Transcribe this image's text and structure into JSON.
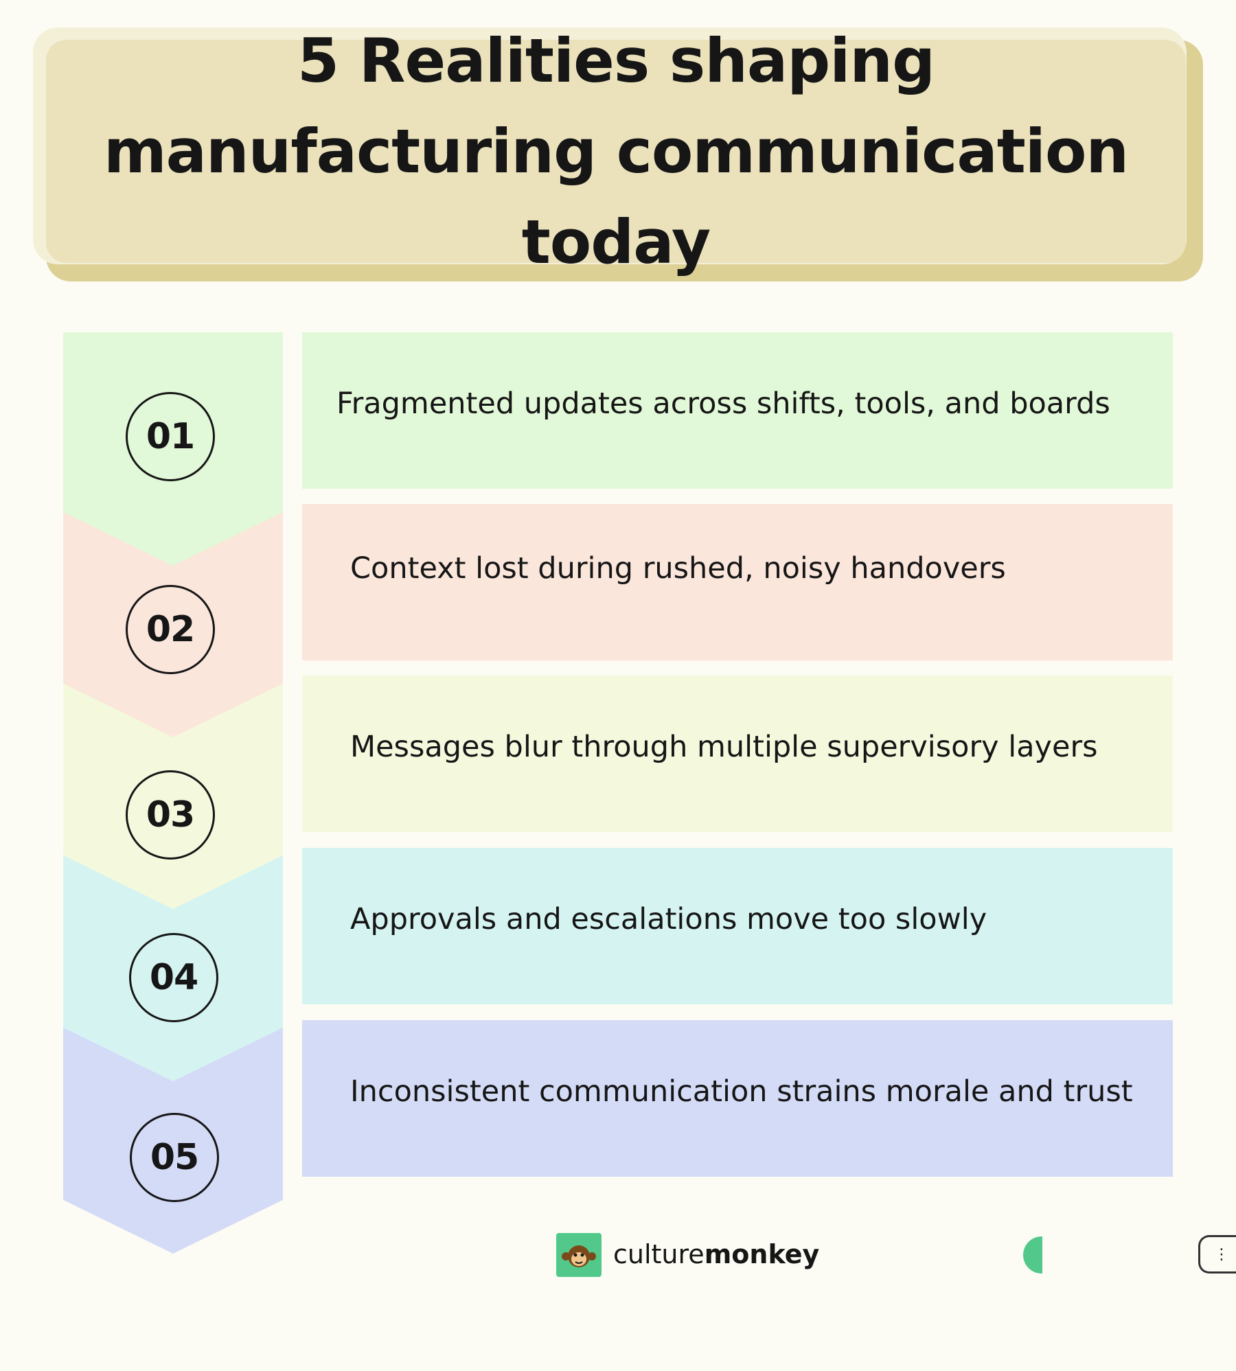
{
  "title": "5 Realities shaping manufacturing communication today",
  "items": [
    {
      "number": "01",
      "text": "Fragmented updates across shifts, tools, and boards",
      "color": "#e1f9d8"
    },
    {
      "number": "02",
      "text": "Context lost during rushed, noisy handovers",
      "color": "#fbe6dc"
    },
    {
      "number": "03",
      "text": "Messages blur through multiple supervisory layers",
      "color": "#f4f9dd"
    },
    {
      "number": "04",
      "text": "Approvals and escalations move too slowly",
      "color": "#d5f4f1"
    },
    {
      "number": "05",
      "text": "Inconsistent communication strains morale and trust",
      "color": "#d4dbf6"
    }
  ],
  "footer": {
    "brand_light": "culture",
    "brand_bold": "monkey",
    "logo_icon": "monkey-face-icon",
    "accent": "#52c98a",
    "menu_glyph": "⋮"
  }
}
